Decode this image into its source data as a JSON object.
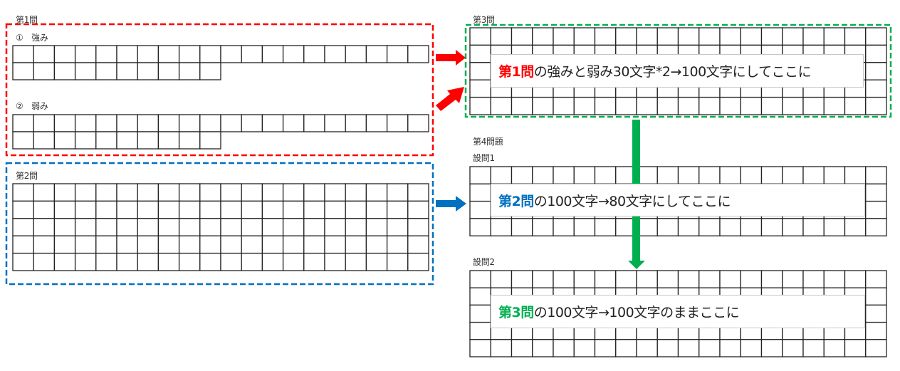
{
  "q1": {
    "title": "第1問",
    "strength_label": "①　強み",
    "weakness_label": "②　弱み",
    "strength_grid": {
      "rows": [
        20,
        10
      ]
    },
    "weakness_grid": {
      "rows": [
        20,
        10
      ]
    }
  },
  "q2": {
    "title": "第2問",
    "grid": {
      "rows": [
        20,
        20,
        20,
        20,
        20
      ]
    }
  },
  "q3": {
    "title": "第3問",
    "grid": {
      "rows": [
        20,
        20,
        20,
        20,
        20
      ]
    },
    "note": {
      "highlight": "第1問",
      "text": "の強みと弱み30文字*2→100文字にしてここに"
    }
  },
  "q4": {
    "title": "第4問題",
    "sub1": {
      "title": "設問1",
      "grid": {
        "rows": [
          20,
          20,
          20,
          20
        ]
      },
      "note": {
        "highlight": "第2問",
        "text": "の100文字→80文字にしてここに"
      }
    },
    "sub2": {
      "title": "設問2",
      "grid": {
        "rows": [
          20,
          20,
          20,
          20,
          20
        ]
      },
      "note": {
        "highlight": "第3問",
        "text": "の100文字→100文字のままここに"
      }
    }
  },
  "colors": {
    "red": "#ff0000",
    "blue": "#0070c0",
    "green": "#00b050",
    "grid": "#222222"
  }
}
